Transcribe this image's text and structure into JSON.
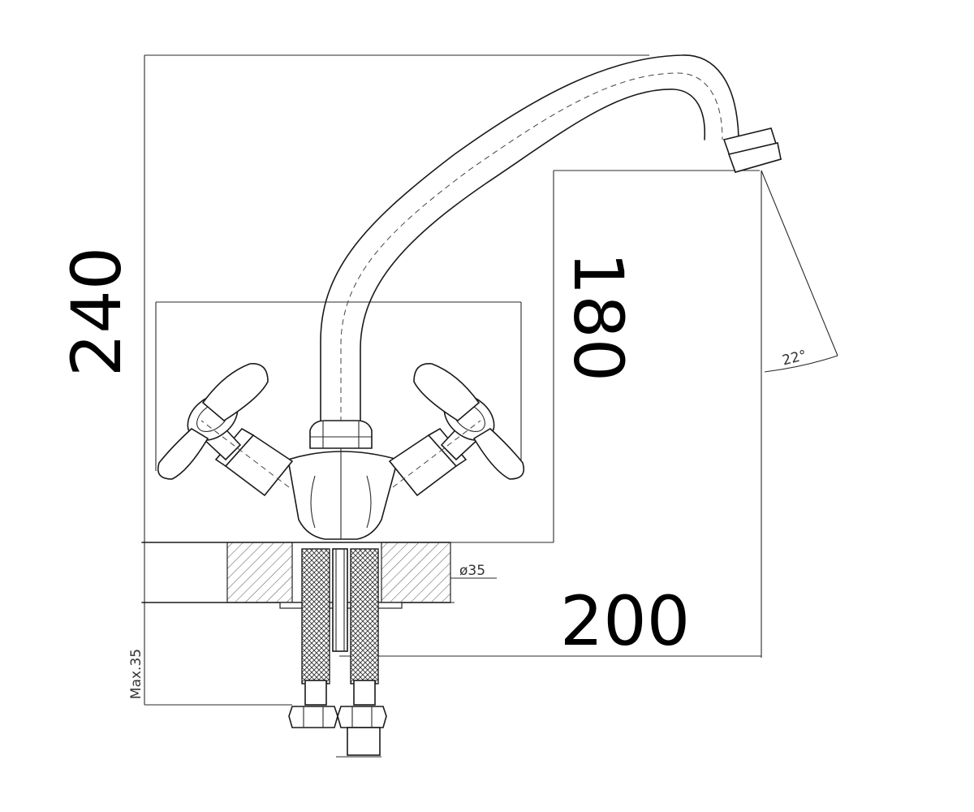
{
  "dimensions": {
    "height_total": "240",
    "spout_height": "180",
    "spout_reach": "200",
    "hole_diameter": "ø35",
    "deck_thickness": "Max.35",
    "swivel_angle": "22°"
  },
  "colors": {
    "line": "#1a1a1a",
    "background": "#ffffff"
  }
}
